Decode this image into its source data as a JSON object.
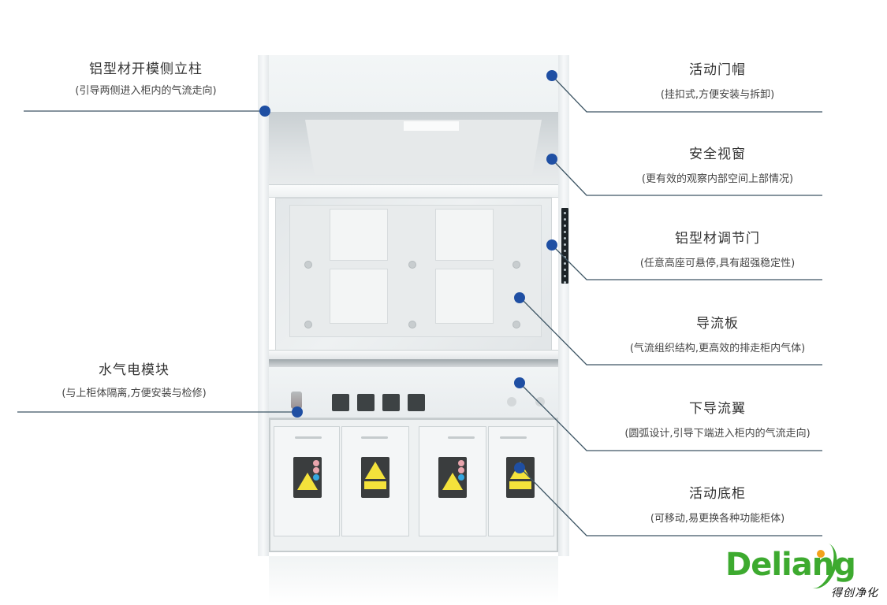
{
  "colors": {
    "callout_dot": "#1f4fa3",
    "leader_line": "#3d5564",
    "logo_green": "#3daa2f",
    "logo_orange": "#f3a21c",
    "warning_yellow": "#f4e23b"
  },
  "callouts": {
    "left": [
      {
        "title": "铝型材开模侧立柱",
        "desc": "(引导两侧进入柜内的气流走向)"
      },
      {
        "title": "水气电模块",
        "desc": "(与上柜体隔离,方便安装与检修)"
      }
    ],
    "right": [
      {
        "title": "活动门帽",
        "desc": "(挂扣式,方便安装与拆卸)"
      },
      {
        "title": "安全视窗",
        "desc": "(更有效的观察内部空间上部情况)"
      },
      {
        "title": "铝型材调节门",
        "desc": "(任意高座可悬停,具有超强稳定性)"
      },
      {
        "title": "导流板",
        "desc": "(气流组织结构,更高效的排走柜内气体)"
      },
      {
        "title": "下导流翼",
        "desc": "(圆弧设计,引导下端进入柜内的气流走向)"
      },
      {
        "title": "活动底柜",
        "desc": "(可移动,易更换各种功能柜体)"
      }
    ]
  },
  "logo": {
    "wordmark": "Deliang",
    "subtitle": "得创净化"
  }
}
